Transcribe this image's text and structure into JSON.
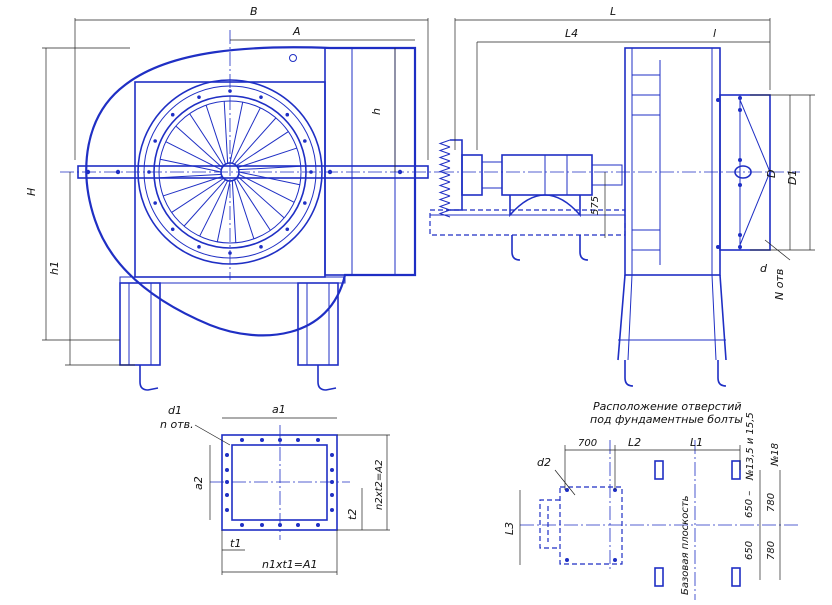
{
  "front_view": {
    "B": "B",
    "A": "A",
    "h": "h",
    "H": "H",
    "h1": "h1"
  },
  "side_view": {
    "L": "L",
    "L4": "L4",
    "l": "l",
    "D": "D",
    "D1": "D1",
    "d": "d",
    "N_otv": "N отв",
    "dim_575": "575"
  },
  "flange_view": {
    "d1": "d1",
    "n_otv": "n отв.",
    "a1": "a1",
    "a2": "a2",
    "n2xt2": "n2xt2=A2",
    "t2": "t2",
    "t1": "t1",
    "n1xt1": "n1xt1=A1"
  },
  "foundation_view": {
    "title_line1": "Расположение отверстий",
    "title_line2": "под фундаментные болты",
    "d2": "d2",
    "dim_700": "700",
    "L2": "L2",
    "L1": "L1",
    "L3": "L3",
    "base_plane": "Базовая плоскость",
    "note_1": "№13,5 и 15,5",
    "note_2": "№18",
    "dim_650_a": "650 –",
    "dim_780_a": "780",
    "dim_650_b": "650",
    "dim_780_b": "780"
  },
  "colors": {
    "line": "#1f2fc4",
    "dimension": "#222222"
  }
}
